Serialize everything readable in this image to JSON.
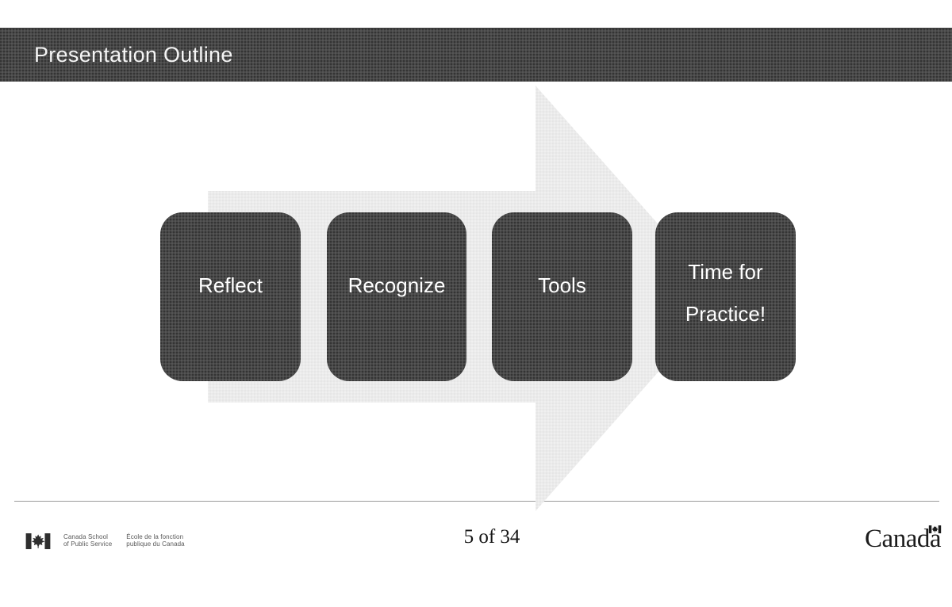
{
  "slide": {
    "title": "Presentation Outline",
    "steps": [
      {
        "label": "Reflect",
        "lines": [
          "Reflect"
        ]
      },
      {
        "label": "Recognize",
        "lines": [
          "Recognize"
        ]
      },
      {
        "label": "Tools",
        "lines": [
          "Tools"
        ]
      },
      {
        "label": "Time for Practice!",
        "lines": [
          "Time for",
          "Practice!"
        ]
      }
    ],
    "page_indicator": "5 of 34"
  },
  "footer": {
    "logo_english": [
      "Canada School",
      "of Public Service"
    ],
    "logo_french": [
      "École de la fonction",
      "publique du Canada"
    ],
    "wordmark": "Canada"
  },
  "colors": {
    "header-bg": "#494949",
    "box-bg": "#494949",
    "box-text": "#ffffff",
    "arrow-fill": "#ebebeb",
    "divider": "#9a9a9a"
  }
}
